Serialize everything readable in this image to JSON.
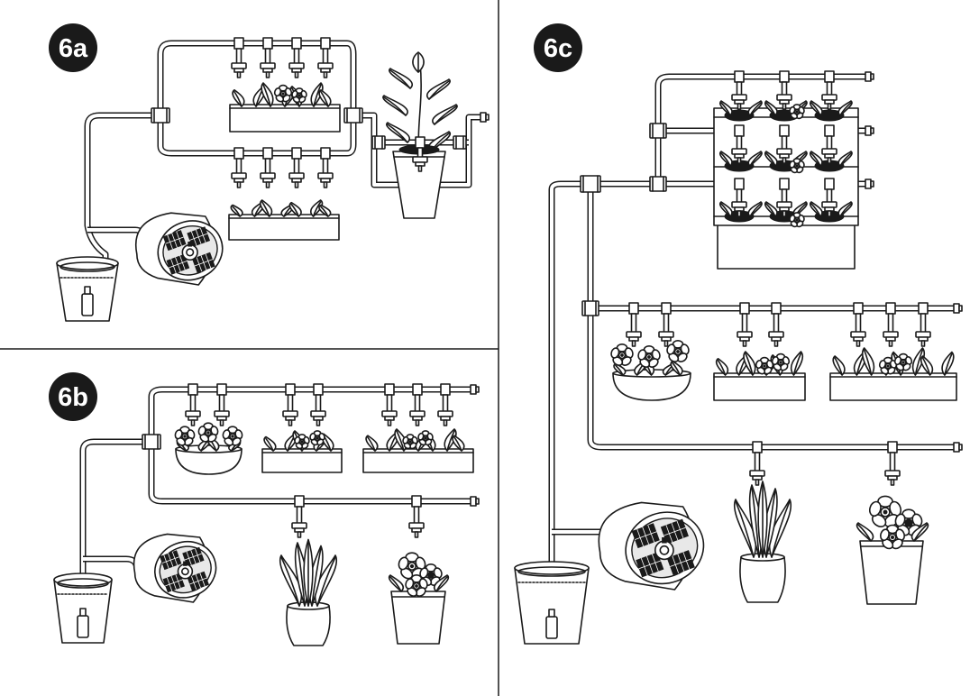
{
  "panels": [
    {
      "id": "6a",
      "label": "6a"
    },
    {
      "id": "6b",
      "label": "6b"
    },
    {
      "id": "6c",
      "label": "6c"
    }
  ],
  "colors": {
    "ink": "#1a1a1a",
    "paper": "#ffffff",
    "badge": "#1a1a1a",
    "soil": "#1a1a1a"
  },
  "icons": [
    "solar-pump-icon",
    "water-bucket-icon",
    "dripper-icon",
    "tee-connector-icon",
    "end-plug-icon",
    "planter-box-icon",
    "flower-pot-icon",
    "vertical-planter-icon"
  ]
}
